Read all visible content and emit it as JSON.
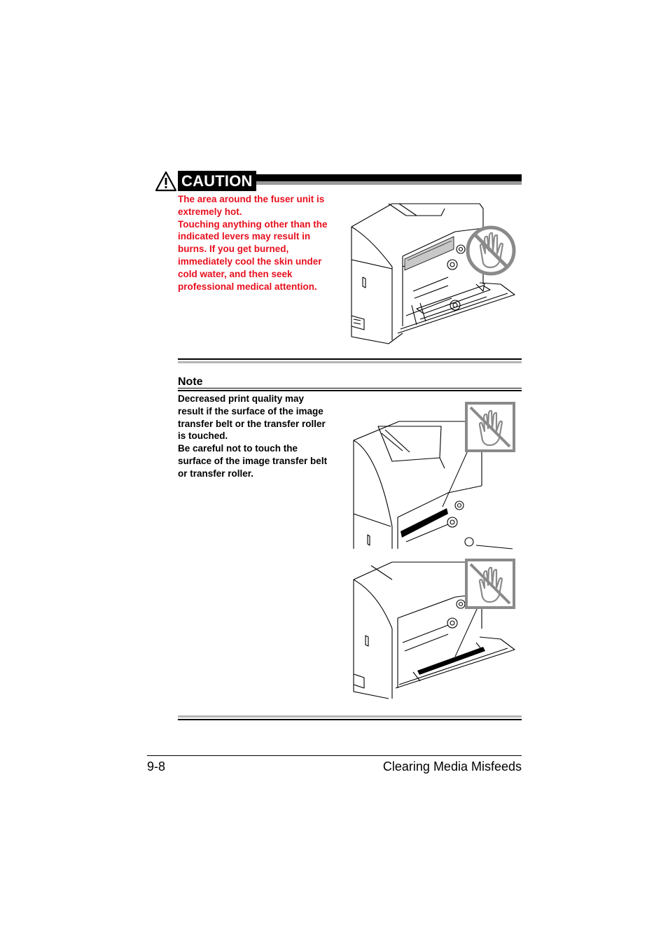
{
  "caution": {
    "label": "CAUTION",
    "text_lines": [
      "The area around the fuser unit is",
      "extremely hot.",
      "Touching anything other than the",
      "indicated levers may result in",
      "burns. If you get burned,",
      "immediately cool the skin under",
      "cold water, and then seek",
      "professional medical attention."
    ],
    "color": "#e8101e"
  },
  "note": {
    "title": "Note",
    "text_lines": [
      "Decreased print quality may",
      "result if the surface of the image",
      "transfer belt or the transfer roller",
      "is touched.",
      "Be careful not to touch the",
      "surface of the image transfer belt",
      "or transfer roller."
    ]
  },
  "footer": {
    "page_number": "9-8",
    "chapter_title": "Clearing Media Misfeeds"
  },
  "icons": [
    "warning-triangle-icon",
    "no-touch-hand-icon"
  ]
}
